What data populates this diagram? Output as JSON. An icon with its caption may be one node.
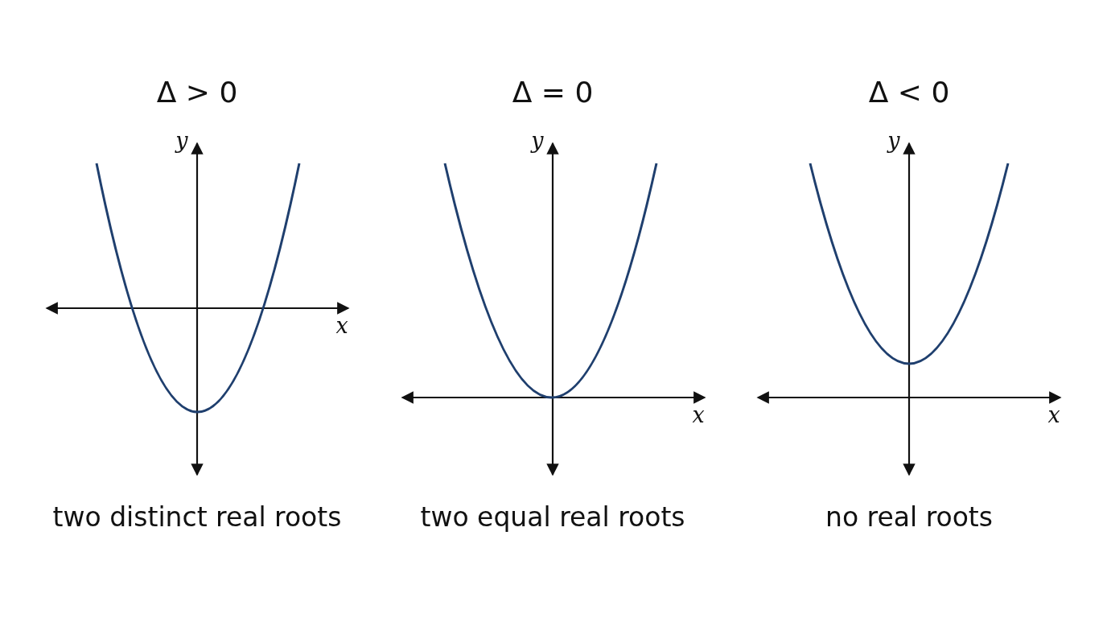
{
  "diagram": {
    "labels": [
      "Δ > 0",
      "Δ = 0",
      "Δ < 0",
      "y",
      "y",
      "y",
      "x",
      "x",
      "x",
      "two distinct real roots",
      "two equal real roots",
      "no real roots"
    ]
  }
}
